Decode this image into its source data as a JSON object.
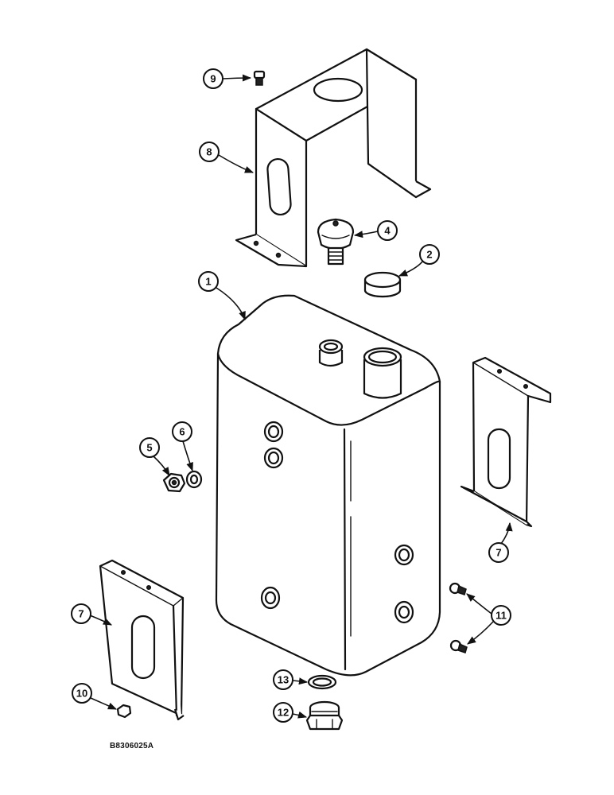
{
  "figure": {
    "document_number": "B8306025A"
  },
  "callouts": {
    "c1": "1",
    "c2": "2",
    "c4": "4",
    "c5": "5",
    "c6": "6",
    "c7a": "7",
    "c7b": "7",
    "c8": "8",
    "c9": "9",
    "c10": "10",
    "c11": "11",
    "c12": "12",
    "c13": "13"
  }
}
